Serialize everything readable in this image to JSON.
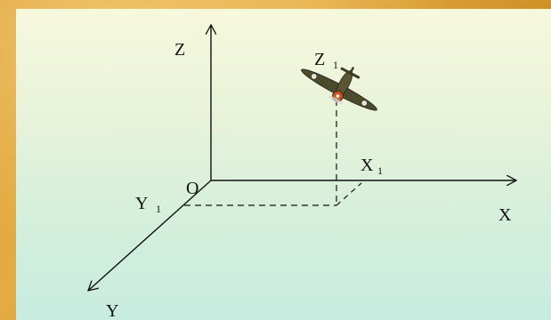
{
  "labels": {
    "z": "Z",
    "z1_main": "Z",
    "z1_sub": "1",
    "o": "O",
    "x1_main": "X",
    "x1_sub": "1",
    "x": "X",
    "y1_main": "Y",
    "y1_sub": "1",
    "y": "Y"
  },
  "icons": {
    "airplane": "airplane-icon"
  },
  "colors": {
    "panel_top": "#f6f8dc",
    "panel_bottom": "#c8ece0",
    "frame": "#d99a2e",
    "airplane_body": "#4d4a2c"
  }
}
